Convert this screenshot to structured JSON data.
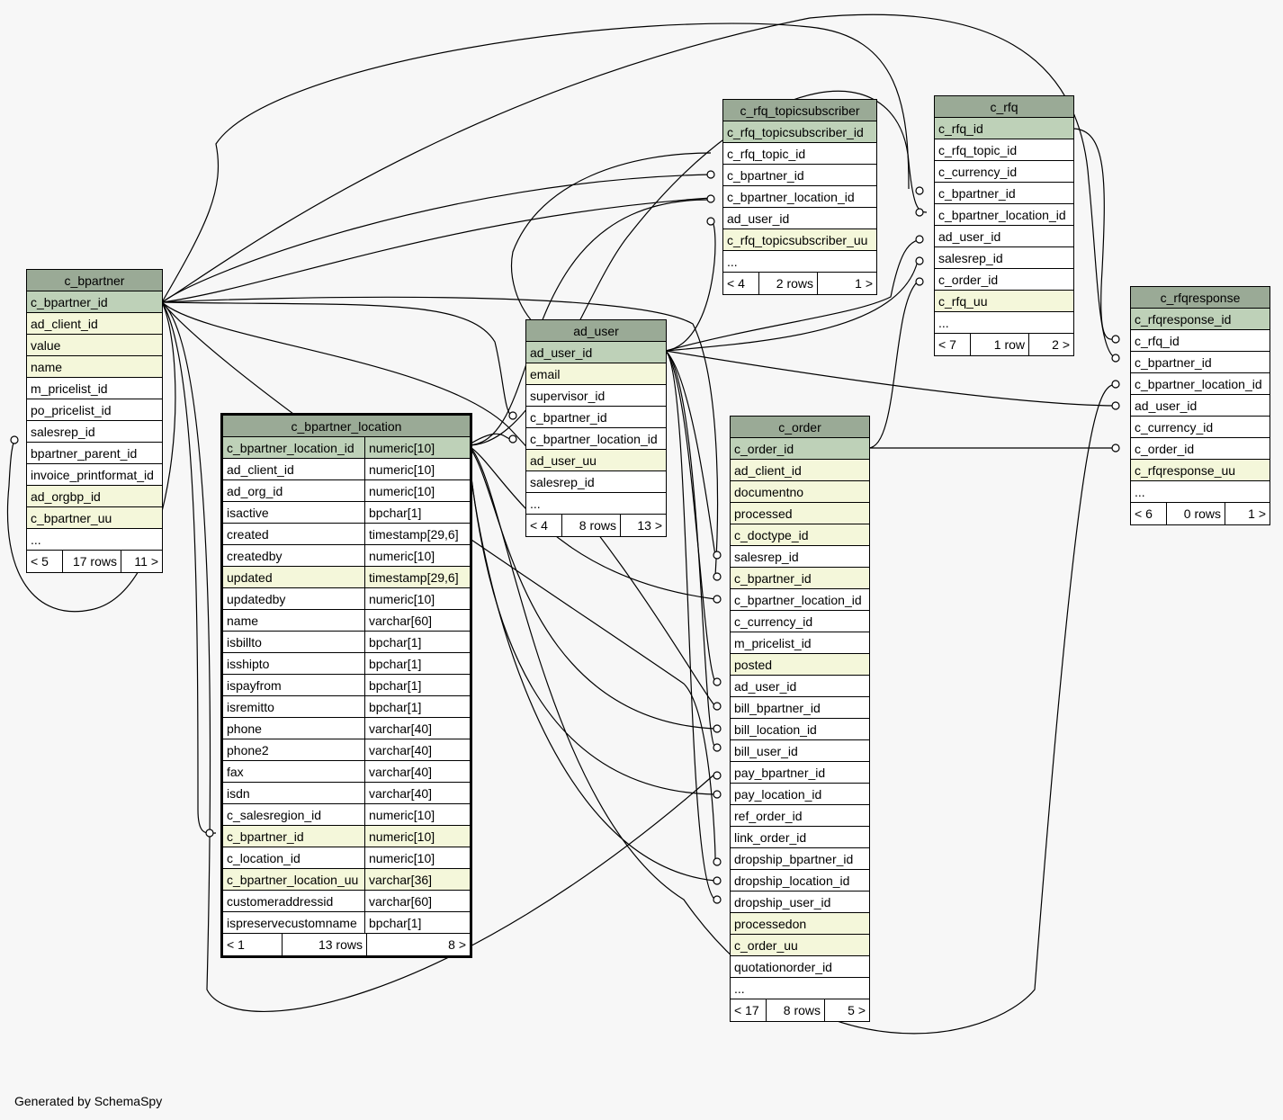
{
  "credit": "Generated by SchemaSpy",
  "tables": {
    "c_bpartner": {
      "title": "c_bpartner",
      "rows": [
        {
          "name": "c_bpartner_id",
          "kind": "pk"
        },
        {
          "name": "ad_client_id",
          "kind": "idx"
        },
        {
          "name": "value",
          "kind": "idx"
        },
        {
          "name": "name",
          "kind": "idx"
        },
        {
          "name": "m_pricelist_id",
          "kind": "plain"
        },
        {
          "name": "po_pricelist_id",
          "kind": "plain"
        },
        {
          "name": "salesrep_id",
          "kind": "plain"
        },
        {
          "name": "bpartner_parent_id",
          "kind": "plain"
        },
        {
          "name": "invoice_printformat_id",
          "kind": "plain"
        },
        {
          "name": "ad_orgbp_id",
          "kind": "idx"
        },
        {
          "name": "c_bpartner_uu",
          "kind": "idx"
        },
        {
          "name": "...",
          "kind": "plain"
        }
      ],
      "footer": {
        "left": "< 5",
        "mid": "17 rows",
        "right": "11 >"
      }
    },
    "c_bpartner_location": {
      "title": "c_bpartner_location",
      "rows": [
        {
          "name": "c_bpartner_location_id",
          "type": "numeric[10]",
          "kind": "pk"
        },
        {
          "name": "ad_client_id",
          "type": "numeric[10]",
          "kind": "plain"
        },
        {
          "name": "ad_org_id",
          "type": "numeric[10]",
          "kind": "plain"
        },
        {
          "name": "isactive",
          "type": "bpchar[1]",
          "kind": "plain"
        },
        {
          "name": "created",
          "type": "timestamp[29,6]",
          "kind": "plain"
        },
        {
          "name": "createdby",
          "type": "numeric[10]",
          "kind": "plain"
        },
        {
          "name": "updated",
          "type": "timestamp[29,6]",
          "kind": "idx"
        },
        {
          "name": "updatedby",
          "type": "numeric[10]",
          "kind": "plain"
        },
        {
          "name": "name",
          "type": "varchar[60]",
          "kind": "plain"
        },
        {
          "name": "isbillto",
          "type": "bpchar[1]",
          "kind": "plain"
        },
        {
          "name": "isshipto",
          "type": "bpchar[1]",
          "kind": "plain"
        },
        {
          "name": "ispayfrom",
          "type": "bpchar[1]",
          "kind": "plain"
        },
        {
          "name": "isremitto",
          "type": "bpchar[1]",
          "kind": "plain"
        },
        {
          "name": "phone",
          "type": "varchar[40]",
          "kind": "plain"
        },
        {
          "name": "phone2",
          "type": "varchar[40]",
          "kind": "plain"
        },
        {
          "name": "fax",
          "type": "varchar[40]",
          "kind": "plain"
        },
        {
          "name": "isdn",
          "type": "varchar[40]",
          "kind": "plain"
        },
        {
          "name": "c_salesregion_id",
          "type": "numeric[10]",
          "kind": "plain"
        },
        {
          "name": "c_bpartner_id",
          "type": "numeric[10]",
          "kind": "idx"
        },
        {
          "name": "c_location_id",
          "type": "numeric[10]",
          "kind": "plain"
        },
        {
          "name": "c_bpartner_location_uu",
          "type": "varchar[36]",
          "kind": "idx"
        },
        {
          "name": "customeraddressid",
          "type": "varchar[60]",
          "kind": "plain"
        },
        {
          "name": "ispreservecustomname",
          "type": "bpchar[1]",
          "kind": "plain"
        }
      ],
      "footer": {
        "left": "< 1",
        "mid": "13 rows",
        "right": "8 >"
      }
    },
    "ad_user": {
      "title": "ad_user",
      "rows": [
        {
          "name": "ad_user_id",
          "kind": "pk"
        },
        {
          "name": "email",
          "kind": "idx"
        },
        {
          "name": "supervisor_id",
          "kind": "plain"
        },
        {
          "name": "c_bpartner_id",
          "kind": "plain"
        },
        {
          "name": "c_bpartner_location_id",
          "kind": "plain"
        },
        {
          "name": "ad_user_uu",
          "kind": "idx"
        },
        {
          "name": "salesrep_id",
          "kind": "plain"
        },
        {
          "name": "...",
          "kind": "plain"
        }
      ],
      "footer": {
        "left": "< 4",
        "mid": "8 rows",
        "right": "13 >"
      }
    },
    "c_rfq_topicsubscriber": {
      "title": "c_rfq_topicsubscriber",
      "rows": [
        {
          "name": "c_rfq_topicsubscriber_id",
          "kind": "pk"
        },
        {
          "name": "c_rfq_topic_id",
          "kind": "plain"
        },
        {
          "name": "c_bpartner_id",
          "kind": "plain"
        },
        {
          "name": "c_bpartner_location_id",
          "kind": "plain"
        },
        {
          "name": "ad_user_id",
          "kind": "plain"
        },
        {
          "name": "c_rfq_topicsubscriber_uu",
          "kind": "idx"
        },
        {
          "name": "...",
          "kind": "plain"
        }
      ],
      "footer": {
        "left": "< 4",
        "mid": "2 rows",
        "right": "1 >"
      }
    },
    "c_rfq": {
      "title": "c_rfq",
      "rows": [
        {
          "name": "c_rfq_id",
          "kind": "pk"
        },
        {
          "name": "c_rfq_topic_id",
          "kind": "plain"
        },
        {
          "name": "c_currency_id",
          "kind": "plain"
        },
        {
          "name": "c_bpartner_id",
          "kind": "plain"
        },
        {
          "name": "c_bpartner_location_id",
          "kind": "plain"
        },
        {
          "name": "ad_user_id",
          "kind": "plain"
        },
        {
          "name": "salesrep_id",
          "kind": "plain"
        },
        {
          "name": "c_order_id",
          "kind": "plain"
        },
        {
          "name": "c_rfq_uu",
          "kind": "idx"
        },
        {
          "name": "...",
          "kind": "plain"
        }
      ],
      "footer": {
        "left": "< 7",
        "mid": "1 row",
        "right": "2 >"
      }
    },
    "c_order": {
      "title": "c_order",
      "rows": [
        {
          "name": "c_order_id",
          "kind": "pk"
        },
        {
          "name": "ad_client_id",
          "kind": "idx"
        },
        {
          "name": "documentno",
          "kind": "idx"
        },
        {
          "name": "processed",
          "kind": "idx"
        },
        {
          "name": "c_doctype_id",
          "kind": "idx"
        },
        {
          "name": "salesrep_id",
          "kind": "plain"
        },
        {
          "name": "c_bpartner_id",
          "kind": "idx"
        },
        {
          "name": "c_bpartner_location_id",
          "kind": "plain"
        },
        {
          "name": "c_currency_id",
          "kind": "plain"
        },
        {
          "name": "m_pricelist_id",
          "kind": "plain"
        },
        {
          "name": "posted",
          "kind": "idx"
        },
        {
          "name": "ad_user_id",
          "kind": "plain"
        },
        {
          "name": "bill_bpartner_id",
          "kind": "plain"
        },
        {
          "name": "bill_location_id",
          "kind": "plain"
        },
        {
          "name": "bill_user_id",
          "kind": "plain"
        },
        {
          "name": "pay_bpartner_id",
          "kind": "plain"
        },
        {
          "name": "pay_location_id",
          "kind": "plain"
        },
        {
          "name": "ref_order_id",
          "kind": "plain"
        },
        {
          "name": "link_order_id",
          "kind": "plain"
        },
        {
          "name": "dropship_bpartner_id",
          "kind": "plain"
        },
        {
          "name": "dropship_location_id",
          "kind": "plain"
        },
        {
          "name": "dropship_user_id",
          "kind": "plain"
        },
        {
          "name": "processedon",
          "kind": "idx"
        },
        {
          "name": "c_order_uu",
          "kind": "idx"
        },
        {
          "name": "quotationorder_id",
          "kind": "plain"
        },
        {
          "name": "...",
          "kind": "plain"
        }
      ],
      "footer": {
        "left": "< 17",
        "mid": "8 rows",
        "right": "5 >"
      }
    },
    "c_rfqresponse": {
      "title": "c_rfqresponse",
      "rows": [
        {
          "name": "c_rfqresponse_id",
          "kind": "pk"
        },
        {
          "name": "c_rfq_id",
          "kind": "plain"
        },
        {
          "name": "c_bpartner_id",
          "kind": "plain"
        },
        {
          "name": "c_bpartner_location_id",
          "kind": "plain"
        },
        {
          "name": "ad_user_id",
          "kind": "plain"
        },
        {
          "name": "c_currency_id",
          "kind": "plain"
        },
        {
          "name": "c_order_id",
          "kind": "plain"
        },
        {
          "name": "c_rfqresponse_uu",
          "kind": "idx"
        },
        {
          "name": "...",
          "kind": "plain"
        }
      ],
      "footer": {
        "left": "< 6",
        "mid": "0 rows",
        "right": "1 >"
      }
    }
  }
}
